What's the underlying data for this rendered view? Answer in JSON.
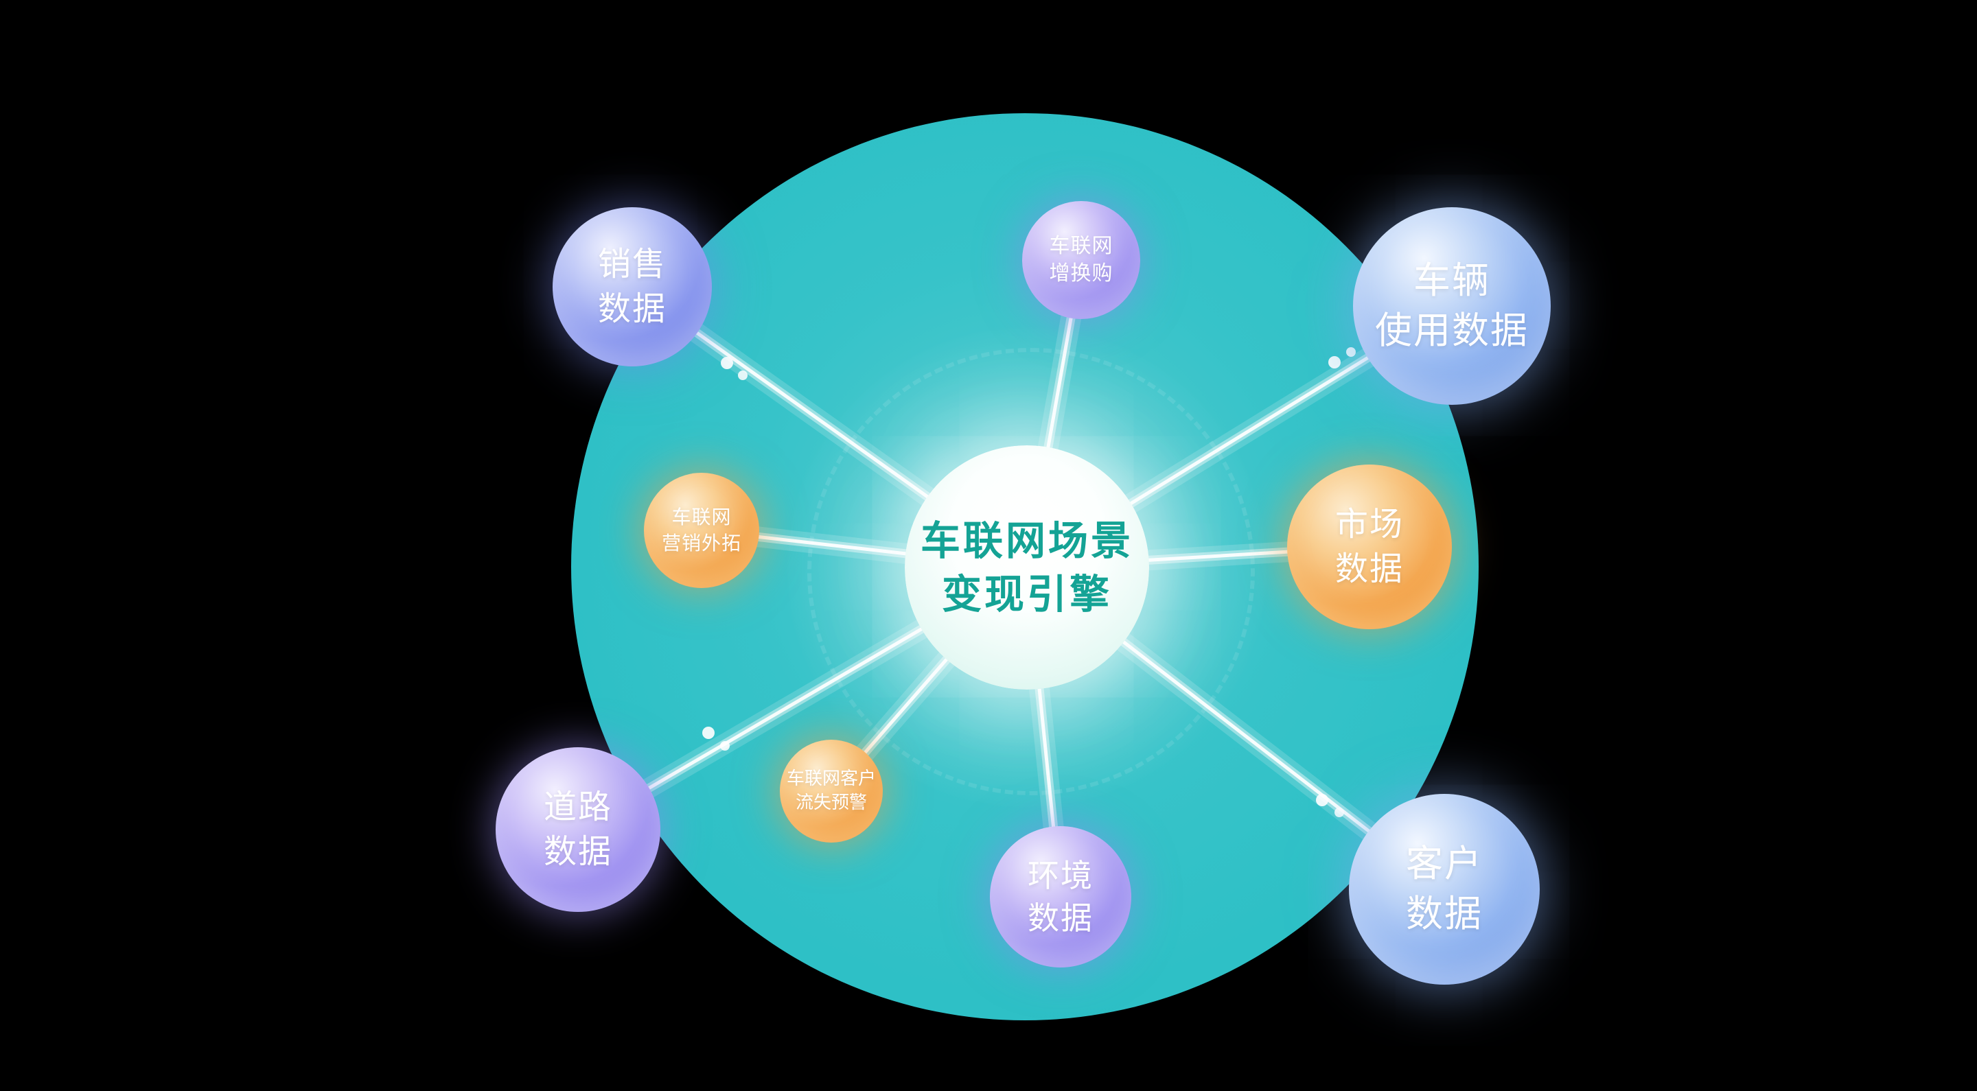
{
  "diagram": {
    "center": {
      "label": "车联网场景\n变现引擎",
      "text_color": "#14a395"
    },
    "nodes": [
      {
        "id": "sales-data",
        "label": "销售\n数据",
        "color": "#6d7fe8"
      },
      {
        "id": "iov-trade-in",
        "label": "车联网\n增换购",
        "color": "#a294f2"
      },
      {
        "id": "vehicle-usage-data",
        "label": "车辆\n使用数据",
        "color": "#6f9cea"
      },
      {
        "id": "market-data",
        "label": "市场\n数据",
        "color": "#f09b3c"
      },
      {
        "id": "iov-marketing-expansion",
        "label": "车联网\n营销外拓",
        "color": "#f3a84e"
      },
      {
        "id": "road-data",
        "label": "道路\n数据",
        "color": "#8b85ee"
      },
      {
        "id": "iov-customer-churn-warning",
        "label": "车联网客户\n流失预警",
        "color": "#f2a04a"
      },
      {
        "id": "environment-data",
        "label": "环境\n数据",
        "color": "#9a8ef0"
      },
      {
        "id": "customer-data",
        "label": "客户\n数据",
        "color": "#6f9cea"
      }
    ],
    "palette": {
      "background": "#000000",
      "main_circle": "#31c3c9",
      "center_sphere": "#ffffff",
      "beam": "#ffffff"
    }
  }
}
